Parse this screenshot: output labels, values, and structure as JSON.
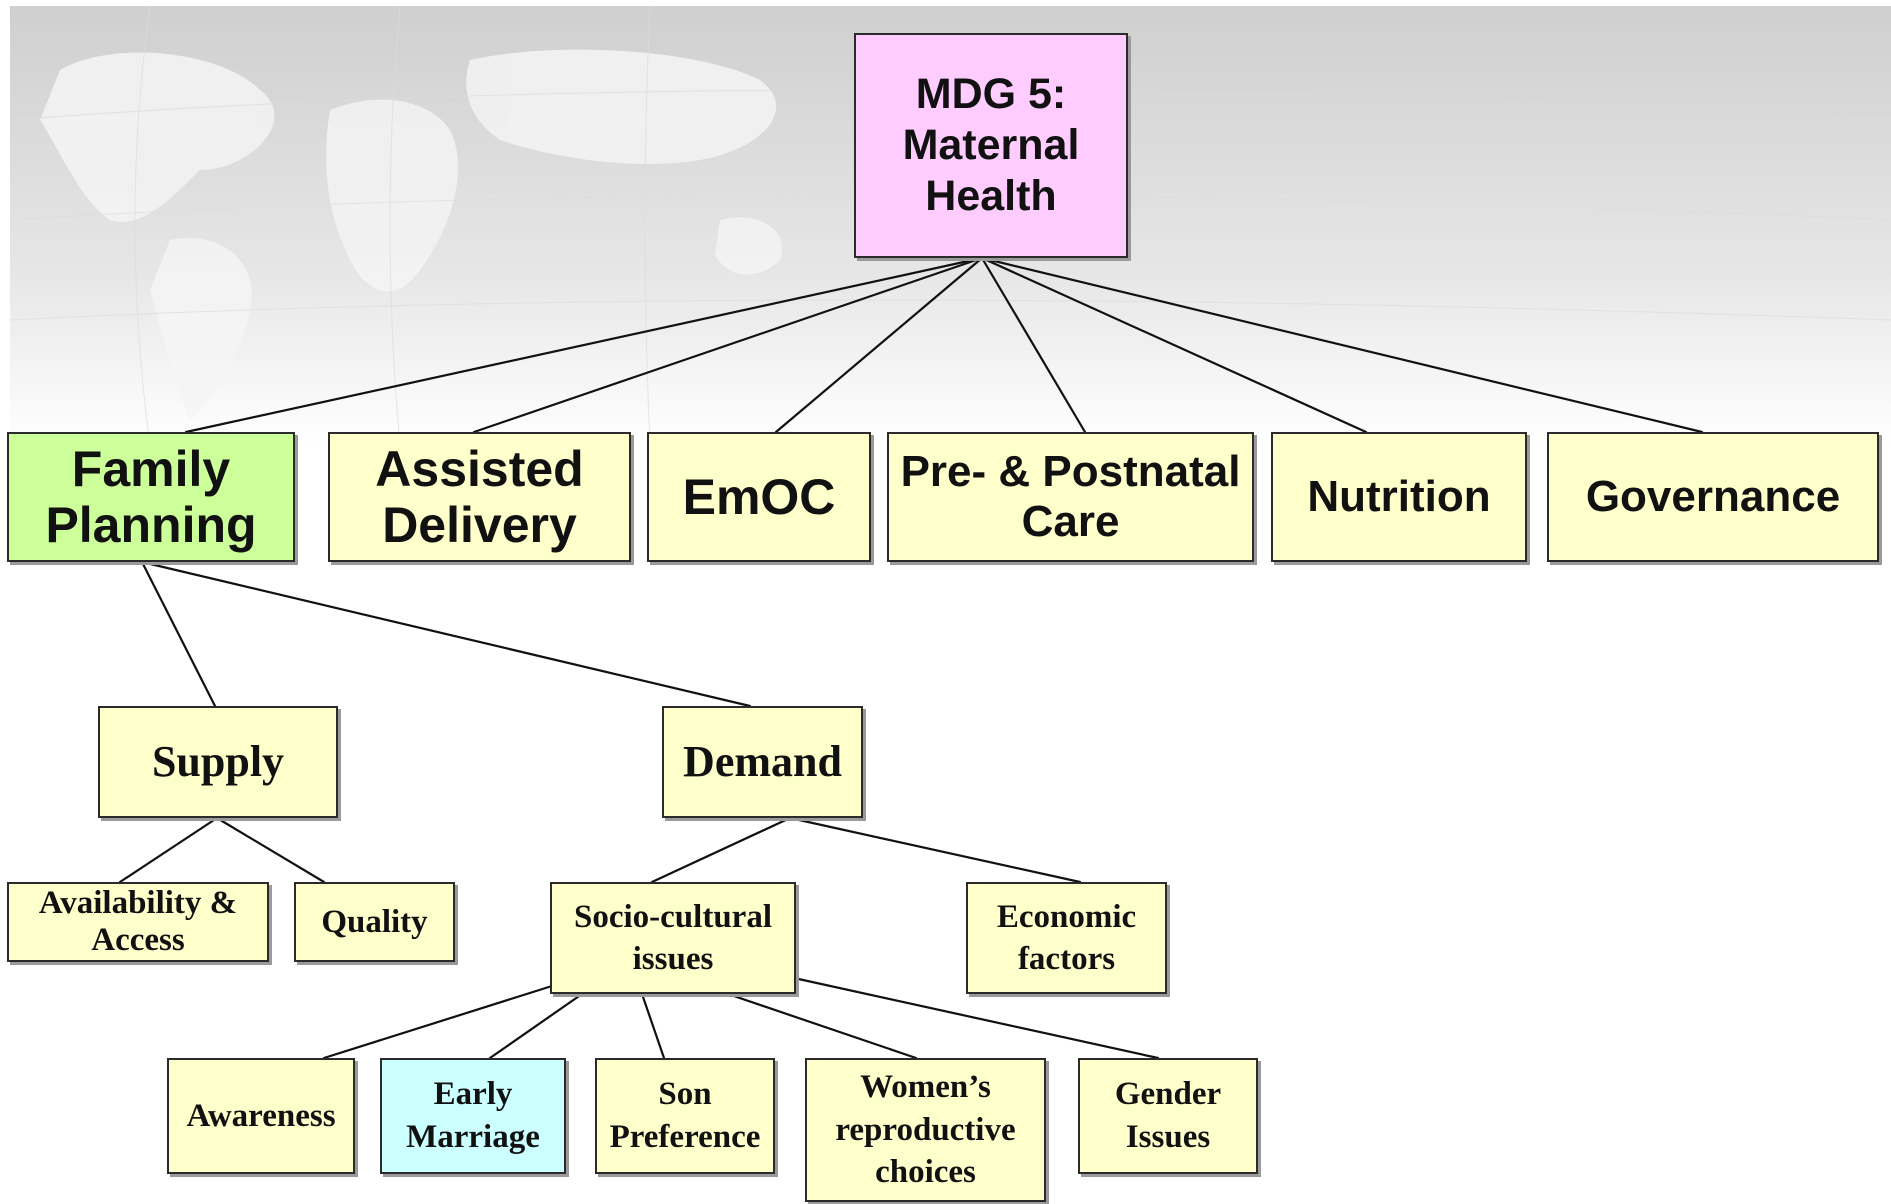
{
  "colors": {
    "root_fill": "#ffccff",
    "default_fill": "#ffffcc",
    "family_planning_fill": "#ccff99",
    "early_marriage_fill": "#ccffff",
    "line": "#111111",
    "border": "#2b2b2b"
  },
  "diagram": {
    "root": {
      "label": "MDG 5: Maternal Health"
    },
    "level1": [
      {
        "id": "family-planning",
        "label": "Family Planning"
      },
      {
        "id": "assisted-delivery",
        "label": "Assisted Delivery"
      },
      {
        "id": "emoc",
        "label": "EmOC"
      },
      {
        "id": "pre-postnatal-care",
        "label": "Pre- & Postnatal Care"
      },
      {
        "id": "nutrition",
        "label": "Nutrition"
      },
      {
        "id": "governance",
        "label": "Governance"
      }
    ],
    "level2": [
      {
        "id": "supply",
        "label": "Supply"
      },
      {
        "id": "demand",
        "label": "Demand"
      }
    ],
    "level3": [
      {
        "id": "availability-access",
        "label": "Availability & Access"
      },
      {
        "id": "quality",
        "label": "Quality"
      },
      {
        "id": "socio-cultural-issues",
        "label": "Socio-cultural issues"
      },
      {
        "id": "economic-factors",
        "label": "Economic factors"
      }
    ],
    "level4": [
      {
        "id": "awareness",
        "label": "Awareness"
      },
      {
        "id": "early-marriage",
        "label": "Early Marriage"
      },
      {
        "id": "son-preference",
        "label": "Son Preference"
      },
      {
        "id": "womens-reproductive-choices",
        "label": "Women’s reproductive choices"
      },
      {
        "id": "gender-issues",
        "label": "Gender Issues"
      }
    ]
  }
}
